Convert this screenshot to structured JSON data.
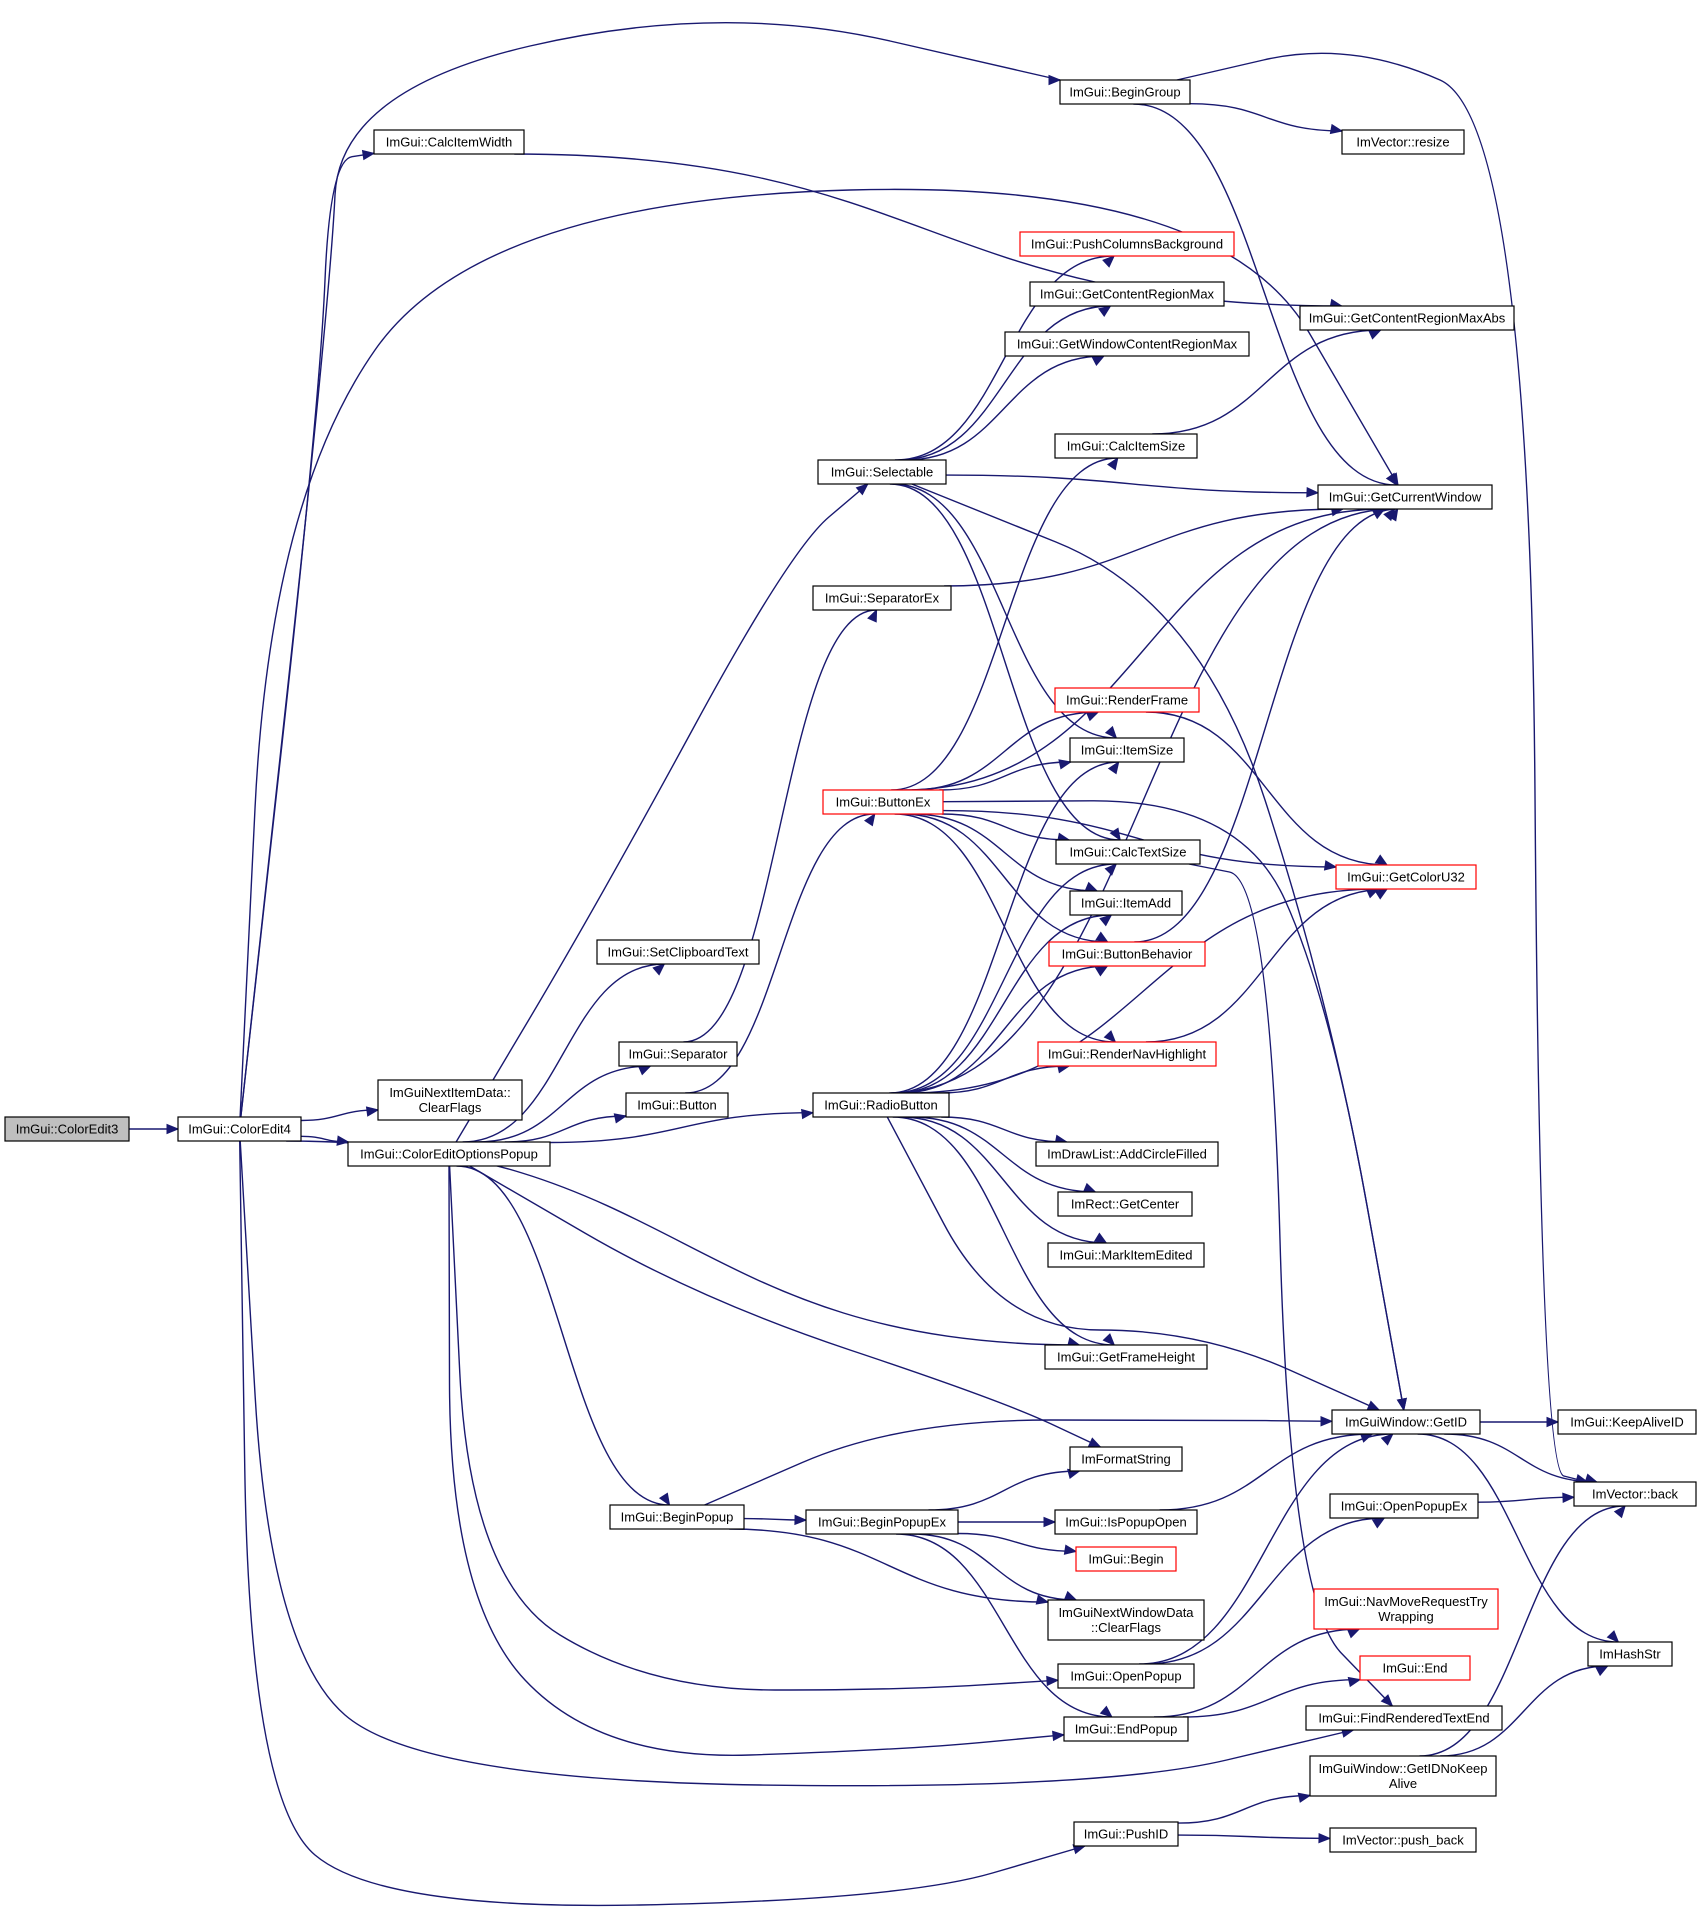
{
  "diagram": {
    "nodes": [
      {
        "id": "coloredit3",
        "label": "ImGui::ColorEdit3",
        "style": "root"
      },
      {
        "id": "coloredit4",
        "label": "ImGui::ColorEdit4",
        "style": "normal"
      },
      {
        "id": "calcitemwidth",
        "label": "ImGui::CalcItemWidth",
        "style": "normal"
      },
      {
        "id": "begingroup",
        "label": "ImGui::BeginGroup",
        "style": "normal"
      },
      {
        "id": "imvector_resize",
        "label": "ImVector::resize",
        "style": "normal"
      },
      {
        "id": "pushcolumnsbackground",
        "label": "ImGui::PushColumnsBackground",
        "style": "red"
      },
      {
        "id": "getcontentregionmax",
        "label": "ImGui::GetContentRegionMax",
        "style": "normal"
      },
      {
        "id": "getcontentregionmaxabs",
        "label": "ImGui::GetContentRegionMaxAbs",
        "style": "normal"
      },
      {
        "id": "getwindowcontentregionmax",
        "label": "ImGui::GetWindowContentRegionMax",
        "style": "normal"
      },
      {
        "id": "calcitemsize",
        "label": "ImGui::CalcItemSize",
        "style": "normal"
      },
      {
        "id": "selectable",
        "label": "ImGui::Selectable",
        "style": "normal"
      },
      {
        "id": "getcurrentwindow",
        "label": "ImGui::GetCurrentWindow",
        "style": "normal"
      },
      {
        "id": "separatorex",
        "label": "ImGui::SeparatorEx",
        "style": "normal"
      },
      {
        "id": "renderframe",
        "label": "ImGui::RenderFrame",
        "style": "red"
      },
      {
        "id": "itemsize",
        "label": "ImGui::ItemSize",
        "style": "normal"
      },
      {
        "id": "buttonex",
        "label": "ImGui::ButtonEx",
        "style": "red"
      },
      {
        "id": "calctextsize",
        "label": "ImGui::CalcTextSize",
        "style": "normal"
      },
      {
        "id": "getcoloru32",
        "label": "ImGui::GetColorU32",
        "style": "red"
      },
      {
        "id": "itemadd",
        "label": "ImGui::ItemAdd",
        "style": "normal"
      },
      {
        "id": "setclipboardtext",
        "label": "ImGui::SetClipboardText",
        "style": "normal"
      },
      {
        "id": "buttonbehavior",
        "label": "ImGui::ButtonBehavior",
        "style": "red"
      },
      {
        "id": "separator",
        "label": "ImGui::Separator",
        "style": "normal"
      },
      {
        "id": "rendernavhighlight",
        "label": "ImGui::RenderNavHighlight",
        "style": "red"
      },
      {
        "id": "nextitemdata_clearflags",
        "label": "ImGuiNextItemData::\nClearFlags",
        "style": "normal"
      },
      {
        "id": "button",
        "label": "ImGui::Button",
        "style": "normal"
      },
      {
        "id": "radiobutton",
        "label": "ImGui::RadioButton",
        "style": "normal"
      },
      {
        "id": "coloreditoptionspopup",
        "label": "ImGui::ColorEditOptionsPopup",
        "style": "normal"
      },
      {
        "id": "addcirclefilled",
        "label": "ImDrawList::AddCircleFilled",
        "style": "normal"
      },
      {
        "id": "getcenter",
        "label": "ImRect::GetCenter",
        "style": "normal"
      },
      {
        "id": "markitemedited",
        "label": "ImGui::MarkItemEdited",
        "style": "normal"
      },
      {
        "id": "getframeheight",
        "label": "ImGui::GetFrameHeight",
        "style": "normal"
      },
      {
        "id": "window_getid",
        "label": "ImGuiWindow::GetID",
        "style": "normal"
      },
      {
        "id": "keepaliveid",
        "label": "ImGui::KeepAliveID",
        "style": "normal"
      },
      {
        "id": "imformatstring",
        "label": "ImFormatString",
        "style": "normal"
      },
      {
        "id": "imvector_back",
        "label": "ImVector::back",
        "style": "normal"
      },
      {
        "id": "beginpopup",
        "label": "ImGui::BeginPopup",
        "style": "normal"
      },
      {
        "id": "beginpopupex",
        "label": "ImGui::BeginPopupEx",
        "style": "normal"
      },
      {
        "id": "ispopupopen",
        "label": "ImGui::IsPopupOpen",
        "style": "normal"
      },
      {
        "id": "openpopupex",
        "label": "ImGui::OpenPopupEx",
        "style": "normal"
      },
      {
        "id": "begin",
        "label": "ImGui::Begin",
        "style": "red"
      },
      {
        "id": "nextwindowdata_clearflags",
        "label": "ImGuiNextWindowData\n::ClearFlags",
        "style": "normal"
      },
      {
        "id": "navmoverequesttrywrapping",
        "label": "ImGui::NavMoveRequestTry\nWrapping",
        "style": "red"
      },
      {
        "id": "imhashstr",
        "label": "ImHashStr",
        "style": "normal"
      },
      {
        "id": "openpopup",
        "label": "ImGui::OpenPopup",
        "style": "normal"
      },
      {
        "id": "end",
        "label": "ImGui::End",
        "style": "red"
      },
      {
        "id": "endpopup",
        "label": "ImGui::EndPopup",
        "style": "normal"
      },
      {
        "id": "findrenderedtextend",
        "label": "ImGui::FindRenderedTextEnd",
        "style": "normal"
      },
      {
        "id": "getidnokeepalive",
        "label": "ImGuiWindow::GetIDNoKeep\nAlive",
        "style": "normal"
      },
      {
        "id": "pushid",
        "label": "ImGui::PushID",
        "style": "normal"
      },
      {
        "id": "imvector_push_back",
        "label": "ImVector::push_back",
        "style": "normal"
      }
    ],
    "edges": [
      [
        "coloredit3",
        "coloredit4"
      ],
      [
        "coloredit4",
        "calcitemwidth"
      ],
      [
        "coloredit4",
        "begingroup"
      ],
      [
        "coloredit4",
        "getcurrentwindow"
      ],
      [
        "coloredit4",
        "nextitemdata_clearflags"
      ],
      [
        "coloredit4",
        "coloreditoptionspopup"
      ],
      [
        "coloredit4",
        "getframeheight"
      ],
      [
        "coloredit4",
        "findrenderedtextend"
      ],
      [
        "coloredit4",
        "pushid"
      ],
      [
        "calcitemwidth",
        "getcontentregionmaxabs"
      ],
      [
        "begingroup",
        "imvector_resize"
      ],
      [
        "begingroup",
        "getcurrentwindow"
      ],
      [
        "begingroup",
        "imvector_back"
      ],
      [
        "coloreditoptionspopup",
        "setclipboardtext"
      ],
      [
        "coloreditoptionspopup",
        "separator"
      ],
      [
        "coloreditoptionspopup",
        "button"
      ],
      [
        "coloreditoptionspopup",
        "radiobutton"
      ],
      [
        "coloreditoptionspopup",
        "selectable"
      ],
      [
        "coloreditoptionspopup",
        "imformatstring"
      ],
      [
        "coloreditoptionspopup",
        "beginpopup"
      ],
      [
        "coloreditoptionspopup",
        "openpopup"
      ],
      [
        "coloreditoptionspopup",
        "endpopup"
      ],
      [
        "separator",
        "separatorex"
      ],
      [
        "button",
        "buttonex"
      ],
      [
        "selectable",
        "pushcolumnsbackground"
      ],
      [
        "selectable",
        "getcontentregionmax"
      ],
      [
        "selectable",
        "getwindowcontentregionmax"
      ],
      [
        "selectable",
        "getcurrentwindow"
      ],
      [
        "selectable",
        "itemsize"
      ],
      [
        "selectable",
        "calctextsize"
      ],
      [
        "selectable",
        "window_getid"
      ],
      [
        "separatorex",
        "getcurrentwindow"
      ],
      [
        "calcitemsize",
        "getcontentregionmaxabs"
      ],
      [
        "buttonex",
        "calcitemsize"
      ],
      [
        "buttonex",
        "getcurrentwindow"
      ],
      [
        "buttonex",
        "renderframe"
      ],
      [
        "buttonex",
        "itemsize"
      ],
      [
        "buttonex",
        "calctextsize"
      ],
      [
        "buttonex",
        "itemadd"
      ],
      [
        "buttonex",
        "buttonbehavior"
      ],
      [
        "buttonex",
        "rendernavhighlight"
      ],
      [
        "buttonex",
        "getcoloru32"
      ],
      [
        "buttonex",
        "window_getid"
      ],
      [
        "renderframe",
        "getcoloru32"
      ],
      [
        "buttonbehavior",
        "getcurrentwindow"
      ],
      [
        "calctextsize",
        "findrenderedtextend"
      ],
      [
        "rendernavhighlight",
        "getcoloru32"
      ],
      [
        "radiobutton",
        "itemsize"
      ],
      [
        "radiobutton",
        "calctextsize"
      ],
      [
        "radiobutton",
        "itemadd"
      ],
      [
        "radiobutton",
        "buttonbehavior"
      ],
      [
        "radiobutton",
        "rendernavhighlight"
      ],
      [
        "radiobutton",
        "getcurrentwindow"
      ],
      [
        "radiobutton",
        "getcoloru32"
      ],
      [
        "radiobutton",
        "addcirclefilled"
      ],
      [
        "radiobutton",
        "getcenter"
      ],
      [
        "radiobutton",
        "markitemedited"
      ],
      [
        "radiobutton",
        "getframeheight"
      ],
      [
        "radiobutton",
        "window_getid"
      ],
      [
        "window_getid",
        "keepaliveid"
      ],
      [
        "window_getid",
        "imvector_back"
      ],
      [
        "window_getid",
        "imhashstr"
      ],
      [
        "beginpopup",
        "beginpopupex"
      ],
      [
        "beginpopup",
        "window_getid"
      ],
      [
        "beginpopup",
        "nextwindowdata_clearflags"
      ],
      [
        "beginpopupex",
        "imformatstring"
      ],
      [
        "beginpopupex",
        "ispopupopen"
      ],
      [
        "beginpopupex",
        "begin"
      ],
      [
        "beginpopupex",
        "nextwindowdata_clearflags"
      ],
      [
        "beginpopupex",
        "endpopup"
      ],
      [
        "ispopupopen",
        "window_getid"
      ],
      [
        "openpopup",
        "window_getid"
      ],
      [
        "openpopup",
        "openpopupex"
      ],
      [
        "openpopupex",
        "imvector_back"
      ],
      [
        "endpopup",
        "navmoverequesttrywrapping"
      ],
      [
        "endpopup",
        "end"
      ],
      [
        "getidnokeepalive",
        "imvector_back"
      ],
      [
        "getidnokeepalive",
        "imhashstr"
      ],
      [
        "pushid",
        "getidnokeepalive"
      ],
      [
        "pushid",
        "imvector_push_back"
      ]
    ]
  }
}
